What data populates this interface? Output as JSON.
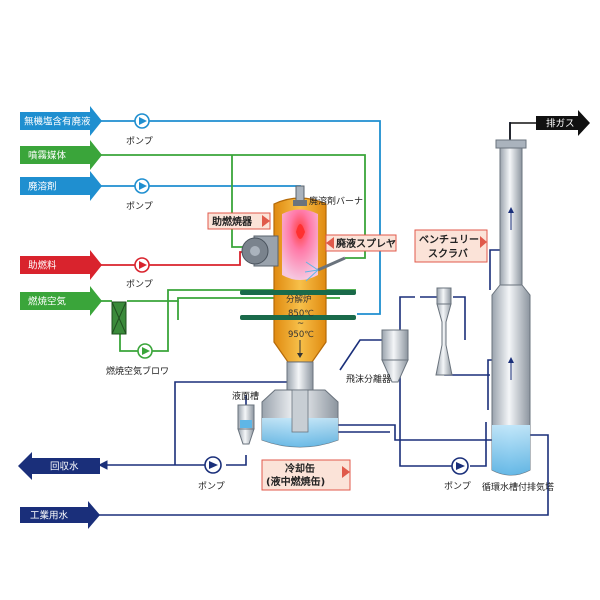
{
  "inputs": {
    "inorganic_waste": "無機塩含有廃液",
    "spray_medium": "噴霧媒体",
    "waste_solvent": "廃溶剤",
    "aux_fuel": "助燃料",
    "combustion_air": "燃焼空気"
  },
  "outputs": {
    "exhaust_gas": "排ガス",
    "recovered_water": "回収水",
    "industrial_water": "工業用水"
  },
  "labels": {
    "pump": "ポンプ",
    "blower": "燃焼空気ブロワ",
    "solvent_burner": "廃溶剤バーナ",
    "level_tank": "液面槽",
    "mist_separator": "飛沫分離器",
    "scrubber_tower": "循環水槽付排気塔"
  },
  "tags": {
    "aux_burner": "助燃焼器",
    "waste_sprayer": "廃液スプレヤ",
    "venturi_line1": "ベンチュリー",
    "venturi_line2": "スクラバ",
    "quench_line1": "冷却缶",
    "quench_line2": "(液中燃焼缶)"
  },
  "furnace": {
    "name": "分解炉",
    "temp_high": "850℃",
    "tilde": "~",
    "temp_low": "950℃"
  },
  "colors": {
    "blue_line": "#1f8fd0",
    "green_line": "#3aa53a",
    "red_line": "#d9232d",
    "navy_line": "#1a2f7a",
    "furnace_orange": "#f2a51c",
    "tag_fill": "#fbe3d8",
    "tag_border": "#e05a4b"
  }
}
